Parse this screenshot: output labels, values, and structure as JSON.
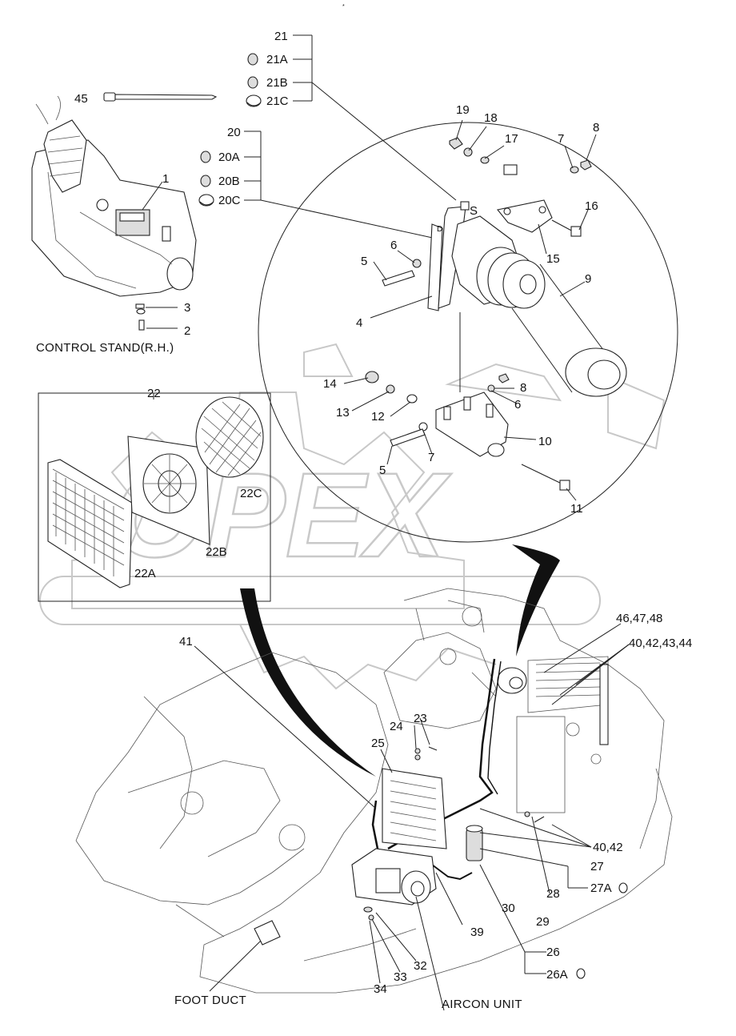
{
  "diagram": {
    "corner_mark": "*",
    "captions": {
      "control_stand": "CONTROL STAND(R.H.)",
      "foot_duct": "FOOT DUCT",
      "aircon_unit": "AIRCON UNIT"
    },
    "watermark": "OPEX",
    "callouts": {
      "c1": "1",
      "c2": "2",
      "c3": "3",
      "c4": "4",
      "c5a": "5",
      "c5b": "5",
      "c6a": "6",
      "c6b": "6",
      "c7a": "7",
      "c7b": "7",
      "c8a": "8",
      "c8b": "8",
      "c9": "9",
      "c10": "10",
      "c11": "11",
      "c12": "12",
      "c13": "13",
      "c14": "14",
      "c15": "15",
      "c16": "16",
      "c17": "17",
      "c18": "18",
      "c19": "19",
      "c20": "20",
      "c20A": "20A",
      "c20B": "20B",
      "c20C": "20C",
      "c21": "21",
      "c21A": "21A",
      "c21B": "21B",
      "c21C": "21C",
      "c22": "22",
      "c22A": "22A",
      "c22B": "22B",
      "c22C": "22C",
      "c23": "23",
      "c24": "24",
      "c25": "25",
      "c26": "26",
      "c26A": "26A",
      "c27": "27",
      "c27A": "27A",
      "c28": "28",
      "c29": "29",
      "c30": "30",
      "c32": "32",
      "c33": "33",
      "c34": "34",
      "c39": "39",
      "c4042": "40,42",
      "c40424344": "40,42,43,44",
      "c41": "41",
      "c45": "45",
      "c464748": "46,47,48",
      "c_s": "S",
      "c_d": "D"
    }
  }
}
